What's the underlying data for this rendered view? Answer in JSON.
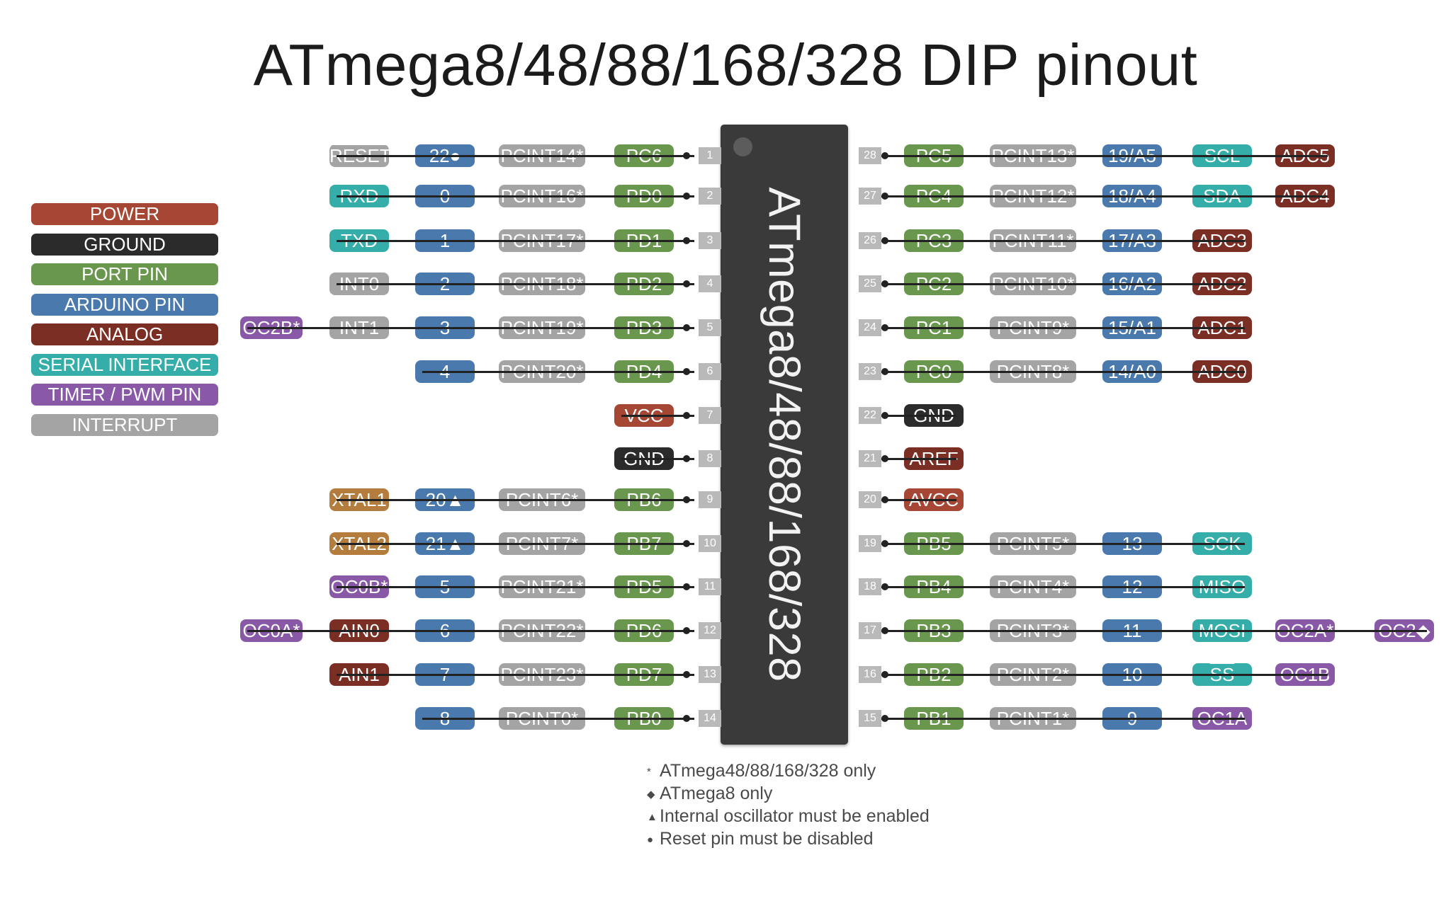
{
  "title": "ATmega8/48/88/168/328 DIP pinout",
  "chip_label": "ATmega8/48/88/168/328",
  "colors": {
    "power": "#a64634",
    "ground": "#2b2b2b",
    "port": "#69974d",
    "arduino": "#4a7aad",
    "analog": "#7a2e24",
    "serial": "#35aeaa",
    "timer": "#8959a8",
    "interrupt": "#a4a4a4",
    "crystal": "#b57d3d"
  },
  "legend": [
    {
      "label": "POWER",
      "type": "power"
    },
    {
      "label": "GROUND",
      "type": "ground"
    },
    {
      "label": "PORT PIN",
      "type": "port"
    },
    {
      "label": "ARDUINO PIN",
      "type": "arduino"
    },
    {
      "label": "ANALOG",
      "type": "analog"
    },
    {
      "label": "SERIAL INTERFACE",
      "type": "serial"
    },
    {
      "label": "TIMER / PWM PIN",
      "type": "timer"
    },
    {
      "label": "INTERRUPT",
      "type": "interrupt"
    }
  ],
  "pins_left": [
    {
      "num": "1",
      "port": "PC6",
      "pcint": "PCINT14*",
      "arduino": "22●",
      "extras": [
        {
          "text": "RESET",
          "type": "interrupt",
          "overline": true
        }
      ]
    },
    {
      "num": "2",
      "port": "PD0",
      "pcint": "PCINT16*",
      "arduino": "0",
      "extras": [
        {
          "text": "RXD",
          "type": "serial"
        }
      ]
    },
    {
      "num": "3",
      "port": "PD1",
      "pcint": "PCINT17*",
      "arduino": "1",
      "extras": [
        {
          "text": "TXD",
          "type": "serial"
        }
      ]
    },
    {
      "num": "4",
      "port": "PD2",
      "pcint": "PCINT18*",
      "arduino": "2",
      "extras": [
        {
          "text": "INT0",
          "type": "interrupt"
        }
      ]
    },
    {
      "num": "5",
      "port": "PD3",
      "pcint": "PCINT19*",
      "arduino": "3",
      "extras": [
        {
          "text": "INT1",
          "type": "interrupt"
        },
        {
          "text": "OC2B*",
          "type": "timer"
        }
      ]
    },
    {
      "num": "6",
      "port": "PD4",
      "pcint": "PCINT20*",
      "arduino": "4",
      "extras": []
    },
    {
      "num": "7",
      "special": {
        "text": "VCC",
        "type": "power"
      }
    },
    {
      "num": "8",
      "special": {
        "text": "GND",
        "type": "ground"
      }
    },
    {
      "num": "9",
      "port": "PB6",
      "pcint": "PCINT6*",
      "arduino": "20▲",
      "extras": [
        {
          "text": "XTAL1",
          "type": "crystal"
        }
      ]
    },
    {
      "num": "10",
      "port": "PB7",
      "pcint": "PCINT7*",
      "arduino": "21▲",
      "extras": [
        {
          "text": "XTAL2",
          "type": "crystal"
        }
      ]
    },
    {
      "num": "11",
      "port": "PD5",
      "pcint": "PCINT21*",
      "arduino": "5",
      "extras": [
        {
          "text": "OC0B*",
          "type": "timer"
        }
      ]
    },
    {
      "num": "12",
      "port": "PD6",
      "pcint": "PCINT22*",
      "arduino": "6",
      "extras": [
        {
          "text": "AIN0",
          "type": "analog"
        },
        {
          "text": "OC0A*",
          "type": "timer"
        }
      ]
    },
    {
      "num": "13",
      "port": "PD7",
      "pcint": "PCINT23*",
      "arduino": "7",
      "extras": [
        {
          "text": "AIN1",
          "type": "analog"
        }
      ]
    },
    {
      "num": "14",
      "port": "PB0",
      "pcint": "PCINT0*",
      "arduino": "8",
      "extras": []
    }
  ],
  "pins_right": [
    {
      "num": "28",
      "port": "PC5",
      "pcint": "PCINT13*",
      "arduino": "19/A5",
      "extras": [
        {
          "text": "SCL",
          "type": "serial"
        },
        {
          "text": "ADC5",
          "type": "analog"
        }
      ]
    },
    {
      "num": "27",
      "port": "PC4",
      "pcint": "PCINT12*",
      "arduino": "18/A4",
      "extras": [
        {
          "text": "SDA",
          "type": "serial"
        },
        {
          "text": "ADC4",
          "type": "analog"
        }
      ]
    },
    {
      "num": "26",
      "port": "PC3",
      "pcint": "PCINT11*",
      "arduino": "17/A3",
      "extras": [
        {
          "text": "ADC3",
          "type": "analog"
        }
      ]
    },
    {
      "num": "25",
      "port": "PC2",
      "pcint": "PCINT10*",
      "arduino": "16/A2",
      "extras": [
        {
          "text": "ADC2",
          "type": "analog"
        }
      ]
    },
    {
      "num": "24",
      "port": "PC1",
      "pcint": "PCINT9*",
      "arduino": "15/A1",
      "extras": [
        {
          "text": "ADC1",
          "type": "analog"
        }
      ]
    },
    {
      "num": "23",
      "port": "PC0",
      "pcint": "PCINT8*",
      "arduino": "14/A0",
      "extras": [
        {
          "text": "ADC0",
          "type": "analog"
        }
      ]
    },
    {
      "num": "22",
      "special": {
        "text": "GND",
        "type": "ground"
      }
    },
    {
      "num": "21",
      "special": {
        "text": "AREF",
        "type": "analog"
      }
    },
    {
      "num": "20",
      "special": {
        "text": "AVCC",
        "type": "power"
      }
    },
    {
      "num": "19",
      "port": "PB5",
      "pcint": "PCINT5*",
      "arduino": "13",
      "extras": [
        {
          "text": "SCK",
          "type": "serial"
        }
      ]
    },
    {
      "num": "18",
      "port": "PB4",
      "pcint": "PCINT4*",
      "arduino": "12",
      "extras": [
        {
          "text": "MISO",
          "type": "serial"
        }
      ]
    },
    {
      "num": "17",
      "port": "PB3",
      "pcint": "PCINT3*",
      "arduino": "11",
      "extras": [
        {
          "text": "MOSI",
          "type": "serial"
        },
        {
          "text": "OC2A*",
          "type": "timer"
        },
        {
          "text": "OC2◆",
          "type": "timer"
        }
      ]
    },
    {
      "num": "16",
      "port": "PB2",
      "pcint": "PCINT2*",
      "arduino": "10",
      "extras": [
        {
          "text": "SS",
          "type": "serial",
          "overline": true
        },
        {
          "text": "OC1B",
          "type": "timer"
        }
      ]
    },
    {
      "num": "15",
      "port": "PB1",
      "pcint": "PCINT1*",
      "arduino": "9",
      "extras": [
        {
          "text": "OC1A",
          "type": "timer"
        }
      ]
    }
  ],
  "notes": [
    {
      "symbol": "*",
      "text": "ATmega48/88/168/328 only"
    },
    {
      "symbol": "◆",
      "text": "ATmega8 only"
    },
    {
      "symbol": "▲",
      "text": "Internal oscillator must be enabled"
    },
    {
      "symbol": "●",
      "text": "Reset pin must be disabled"
    }
  ]
}
